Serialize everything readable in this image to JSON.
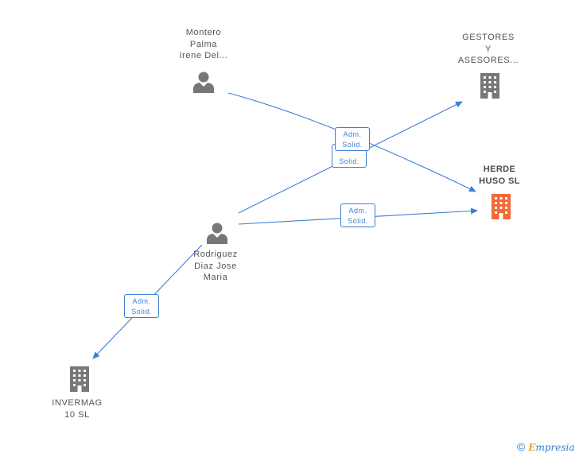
{
  "nodes": {
    "montero": {
      "lines": [
        "Montero",
        "Palma",
        "Irene Del..."
      ]
    },
    "gestores": {
      "lines": [
        "GESTORES",
        "Y",
        "ASESORES..."
      ]
    },
    "herde": {
      "lines": [
        "HERDE",
        "HUSO SL"
      ]
    },
    "rodriguez": {
      "lines": [
        "Rodriguez",
        "Diaz Jose",
        "Maria"
      ]
    },
    "invermag": {
      "lines": [
        "INVERMAG",
        "10 SL"
      ]
    }
  },
  "badges": {
    "b1": [
      "Adm.",
      "Solid."
    ],
    "b2": [
      "Solid."
    ],
    "b3": [
      "Adm.",
      "Solid."
    ],
    "b4": [
      "Adm.",
      "Solid."
    ]
  },
  "colors": {
    "edge": "#3d7fd6",
    "person_icon": "#777777",
    "company_icon": "#777777",
    "main_company_icon": "#f26a3a"
  },
  "footer": {
    "copyright": "©",
    "brand_first": "E",
    "brand_rest": "mpresia"
  }
}
